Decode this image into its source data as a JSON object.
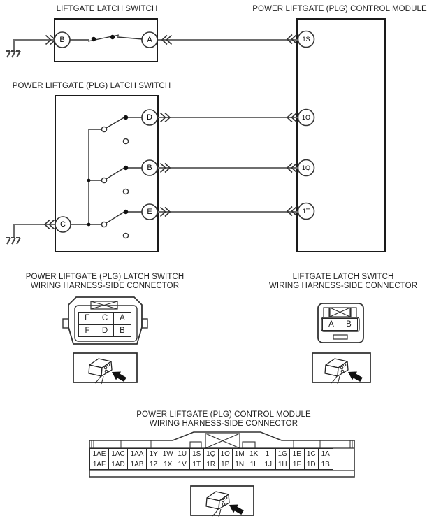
{
  "colors": {
    "background": "#ffffff",
    "box_line": "#1a1a1a",
    "wire": "#6e6e6e",
    "circuit_line": "#333333"
  },
  "schematic": {
    "liftgate_latch_switch": {
      "title": "LIFTGATE LATCH SWITCH",
      "terminal_b": "B",
      "terminal_a": "A"
    },
    "plg_control_module": {
      "title": "POWER LIFTGATE (PLG) CONTROL MODULE",
      "terminal_1s": "1S",
      "terminal_1o": "1O",
      "terminal_1q": "1Q",
      "terminal_1t": "1T"
    },
    "plg_latch_switch": {
      "title": "POWER LIFTGATE (PLG) LATCH SWITCH",
      "terminal_d": "D",
      "terminal_b": "B",
      "terminal_e": "E",
      "terminal_c": "C"
    }
  },
  "connector_views": {
    "plg_latch_switch": {
      "title_line1": "POWER LIFTGATE (PLG) LATCH SWITCH",
      "title_line2": "WIRING HARNESS-SIDE CONNECTOR",
      "pin_rows": [
        [
          "E",
          "C",
          "A"
        ],
        [
          "F",
          "D",
          "B"
        ]
      ],
      "icon": "connector-disconnect"
    },
    "liftgate_latch_switch": {
      "title_line1": "LIFTGATE LATCH SWITCH",
      "title_line2": "WIRING HARNESS-SIDE CONNECTOR",
      "pin_rows": [
        [
          "A",
          "B"
        ]
      ],
      "icon": "connector-disconnect"
    },
    "plg_control_module": {
      "title_line1": "POWER LIFTGATE (PLG) CONTROL MODULE",
      "title_line2": "WIRING HARNESS-SIDE CONNECTOR",
      "pin_rows": [
        [
          "1AE",
          "1AC",
          "1AA",
          "1Y",
          "1W",
          "1U",
          "1S",
          "1Q",
          "1O",
          "1M",
          "1K",
          "1I",
          "1G",
          "1E",
          "1C",
          "1A"
        ],
        [
          "1AF",
          "1AD",
          "1AB",
          "1Z",
          "1X",
          "1V",
          "1T",
          "1R",
          "1P",
          "1N",
          "1L",
          "1J",
          "1H",
          "1F",
          "1D",
          "1B"
        ]
      ],
      "icon": "connector-disconnect"
    }
  }
}
